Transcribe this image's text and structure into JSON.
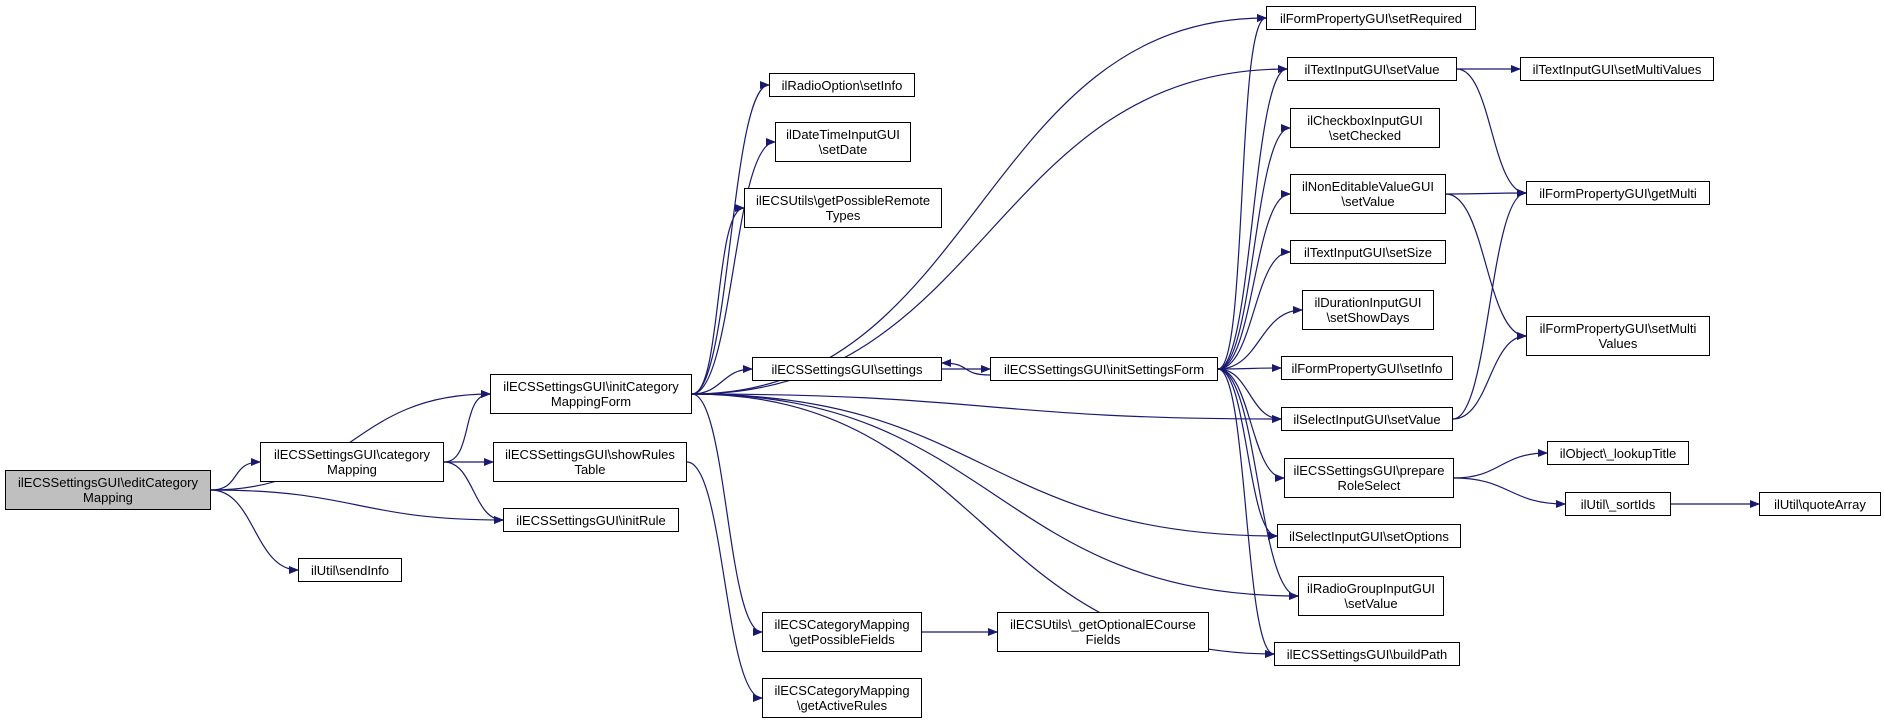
{
  "diagram": {
    "colors": {
      "edge": "#191970",
      "node_border": "#000000",
      "root_fill": "#bfbfbf",
      "node_fill": "#ffffff"
    },
    "nodes": [
      {
        "id": "root",
        "label": "ilECSSettingsGUI\\editCategory\nMapping"
      },
      {
        "id": "categoryMapping",
        "label": "ilECSSettingsGUI\\category\nMapping"
      },
      {
        "id": "initCategoryMappingForm",
        "label": "ilECSSettingsGUI\\initCategory\nMappingForm"
      },
      {
        "id": "showRulesTable",
        "label": "ilECSSettingsGUI\\showRules\nTable"
      },
      {
        "id": "initRule",
        "label": "ilECSSettingsGUI\\initRule"
      },
      {
        "id": "sendInfo",
        "label": "ilUtil\\sendInfo"
      },
      {
        "id": "radioSetInfo",
        "label": "ilRadioOption\\setInfo"
      },
      {
        "id": "dateSetDate",
        "label": "ilDateTimeInputGUI\n\\setDate"
      },
      {
        "id": "getPossibleRemoteTypes",
        "label": "ilECSUtils\\getPossibleRemote\nTypes"
      },
      {
        "id": "settings",
        "label": "ilECSSettingsGUI\\settings"
      },
      {
        "id": "initSettingsForm",
        "label": "ilECSSettingsGUI\\initSettingsForm"
      },
      {
        "id": "getPossibleFields",
        "label": "ilECSCategoryMapping\n\\getPossibleFields"
      },
      {
        "id": "getActiveRules",
        "label": "ilECSCategoryMapping\n\\getActiveRules"
      },
      {
        "id": "getOptionalECourseFields",
        "label": "ilECSUtils\\_getOptionalECourse\nFields"
      },
      {
        "id": "setRequired",
        "label": "ilFormPropertyGUI\\setRequired"
      },
      {
        "id": "textSetValue",
        "label": "ilTextInputGUI\\setValue"
      },
      {
        "id": "setMultiValues",
        "label": "ilTextInputGUI\\setMultiValues"
      },
      {
        "id": "setChecked",
        "label": "ilCheckboxInputGUI\n\\setChecked"
      },
      {
        "id": "nonEditSetValue",
        "label": "ilNonEditableValueGUI\n\\setValue"
      },
      {
        "id": "getMulti",
        "label": "ilFormPropertyGUI\\getMulti"
      },
      {
        "id": "setSize",
        "label": "ilTextInputGUI\\setSize"
      },
      {
        "id": "setShowDays",
        "label": "ilDurationInputGUI\n\\setShowDays"
      },
      {
        "id": "setMulti",
        "label": "ilFormPropertyGUI\\setMulti\nValues"
      },
      {
        "id": "formSetInfo",
        "label": "ilFormPropertyGUI\\setInfo"
      },
      {
        "id": "selectSetValue",
        "label": "ilSelectInputGUI\\setValue"
      },
      {
        "id": "prepareRoleSelect",
        "label": "ilECSSettingsGUI\\prepare\nRoleSelect"
      },
      {
        "id": "lookupTitle",
        "label": "ilObject\\_lookupTitle"
      },
      {
        "id": "sortIds",
        "label": "ilUtil\\_sortIds"
      },
      {
        "id": "quoteArray",
        "label": "ilUtil\\quoteArray"
      },
      {
        "id": "setOptions",
        "label": "ilSelectInputGUI\\setOptions"
      },
      {
        "id": "radioGroupSetValue",
        "label": "ilRadioGroupInputGUI\n\\setValue"
      },
      {
        "id": "buildPath",
        "label": "ilECSSettingsGUI\\buildPath"
      }
    ],
    "edges": [
      [
        "root",
        "categoryMapping"
      ],
      [
        "root",
        "initCategoryMappingForm"
      ],
      [
        "root",
        "initRule"
      ],
      [
        "root",
        "sendInfo"
      ],
      [
        "categoryMapping",
        "initCategoryMappingForm"
      ],
      [
        "categoryMapping",
        "showRulesTable"
      ],
      [
        "categoryMapping",
        "initRule"
      ],
      [
        "initCategoryMappingForm",
        "radioSetInfo"
      ],
      [
        "initCategoryMappingForm",
        "dateSetDate"
      ],
      [
        "initCategoryMappingForm",
        "getPossibleRemoteTypes"
      ],
      [
        "initCategoryMappingForm",
        "settings"
      ],
      [
        "initCategoryMappingForm",
        "setRequired"
      ],
      [
        "initCategoryMappingForm",
        "textSetValue"
      ],
      [
        "initCategoryMappingForm",
        "selectSetValue"
      ],
      [
        "initCategoryMappingForm",
        "getPossibleFields"
      ],
      [
        "initCategoryMappingForm",
        "setOptions"
      ],
      [
        "initCategoryMappingForm",
        "radioGroupSetValue"
      ],
      [
        "initCategoryMappingForm",
        "buildPath"
      ],
      [
        "showRulesTable",
        "getActiveRules"
      ],
      [
        "settings",
        "initSettingsForm"
      ],
      [
        "initSettingsForm",
        "settings"
      ],
      [
        "initSettingsForm",
        "setRequired"
      ],
      [
        "initSettingsForm",
        "textSetValue"
      ],
      [
        "initSettingsForm",
        "setChecked"
      ],
      [
        "initSettingsForm",
        "nonEditSetValue"
      ],
      [
        "initSettingsForm",
        "setSize"
      ],
      [
        "initSettingsForm",
        "setShowDays"
      ],
      [
        "initSettingsForm",
        "formSetInfo"
      ],
      [
        "initSettingsForm",
        "selectSetValue"
      ],
      [
        "initSettingsForm",
        "prepareRoleSelect"
      ],
      [
        "initSettingsForm",
        "setOptions"
      ],
      [
        "initSettingsForm",
        "radioGroupSetValue"
      ],
      [
        "initSettingsForm",
        "buildPath"
      ],
      [
        "getPossibleFields",
        "getOptionalECourseFields"
      ],
      [
        "textSetValue",
        "setMultiValues"
      ],
      [
        "textSetValue",
        "getMulti"
      ],
      [
        "nonEditSetValue",
        "getMulti"
      ],
      [
        "nonEditSetValue",
        "setMulti"
      ],
      [
        "selectSetValue",
        "getMulti"
      ],
      [
        "selectSetValue",
        "setMulti"
      ],
      [
        "prepareRoleSelect",
        "lookupTitle"
      ],
      [
        "prepareRoleSelect",
        "sortIds"
      ],
      [
        "sortIds",
        "quoteArray"
      ]
    ]
  }
}
